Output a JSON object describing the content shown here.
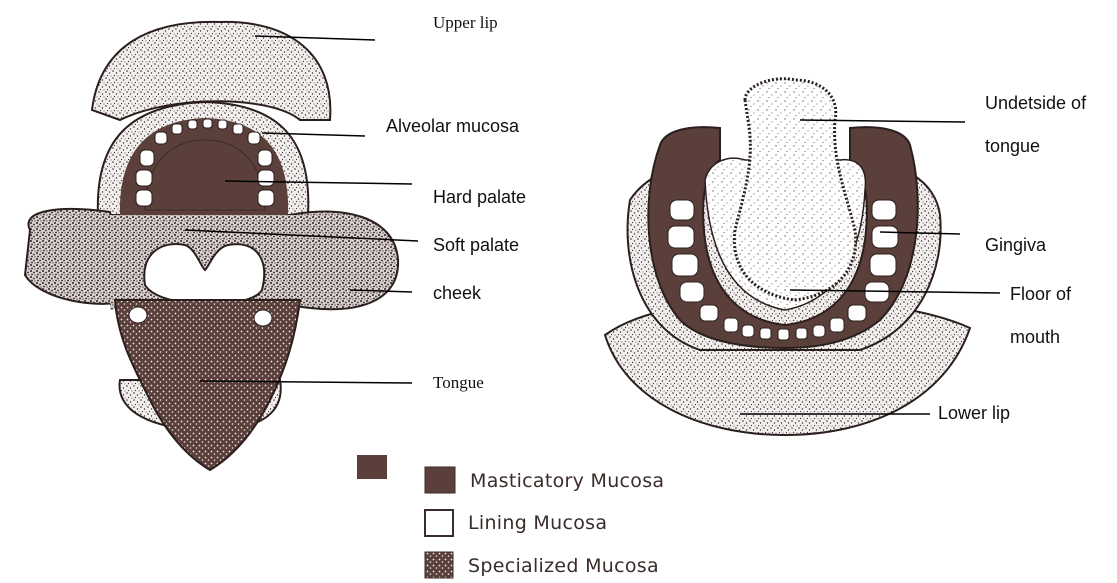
{
  "labels": {
    "upper_lip": "Upper lip",
    "alveolar_mucosa": "Alveolar mucosa",
    "hard_palate": "Hard palate",
    "soft_palate": "Soft palate",
    "cheek": "cheek",
    "tongue": "Tongue",
    "underside_line1": "Undetside of",
    "underside_line2": "tongue",
    "gingiva": "Gingiva",
    "floor_line1": "Floor of",
    "floor_line2": "mouth",
    "lower_lip": "Lower lip"
  },
  "legend": [
    {
      "label": "Masticatory Mucosa",
      "swatch": "dark"
    },
    {
      "label": "Lining Mucosa",
      "swatch": "light"
    },
    {
      "label": "Specialized Mucosa",
      "swatch": "speckled"
    }
  ],
  "colors": {
    "masticatory": "#5a3f3b",
    "lining": "#ffffff",
    "speckle": "#2b1f1d",
    "line": "#000000"
  }
}
